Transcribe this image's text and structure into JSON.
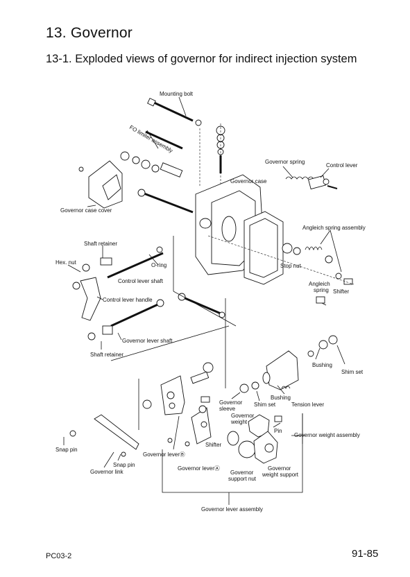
{
  "section_title": "13. Governor",
  "subsection_title": "13-1. Exploded views of governor for indirect injection system",
  "labels": {
    "mounting_bolt": "Mounting bolt",
    "fo_limiter": "FO limiter assembly",
    "governor_spring": "Governor spring",
    "control_lever": "Control lever",
    "governor_case": "Governor case",
    "governor_case_cover": "Governor case cover",
    "angleich_spring_assembly": "Angleich spring assembly",
    "shaft_retainer_top": "Shaft retainer",
    "hex_nut": "Hex. nut",
    "o_ring": "O-ring",
    "stop_nut": "Stop nut",
    "control_lever_shaft": "Control lever shaft",
    "angleich_spring_1": "Angleich",
    "angleich_spring_2": "spring",
    "shifter_top": "Shifter",
    "control_lever_handle": "Control lever handle",
    "governor_lever_shaft": "Governor lever shaft",
    "shaft_retainer_bottom": "Shaft retainer",
    "bushing_top": "Bushing",
    "shim_set_top": "Shim set",
    "bushing_mid": "Bushing",
    "governor_sleeve_1": "Governor",
    "governor_sleeve_2": "sleeve",
    "shim_set_mid": "Shim set",
    "tension_lever": "Tension lever",
    "governor_weight_1": "Governor",
    "governor_weight_2": "weight",
    "pin": "Pin",
    "governor_weight_assembly": "Governor weight assembly",
    "snap_pin_left": "Snap pin",
    "governor_lever_b": "Governor leverⒷ",
    "shifter_bottom": "Shifter",
    "snap_pin_bottom": "Snap pin",
    "governor_link": "Governor link",
    "governor_lever_a": "Governor leverⒶ",
    "governor_support_nut_1": "Governor",
    "governor_support_nut_2": "support nut",
    "governor_weight_support_1": "Governor",
    "governor_weight_support_2": "weight support",
    "governor_lever_assembly": "Governor lever assembly"
  },
  "footer": {
    "code": "PC03-2",
    "page": "91-85"
  }
}
